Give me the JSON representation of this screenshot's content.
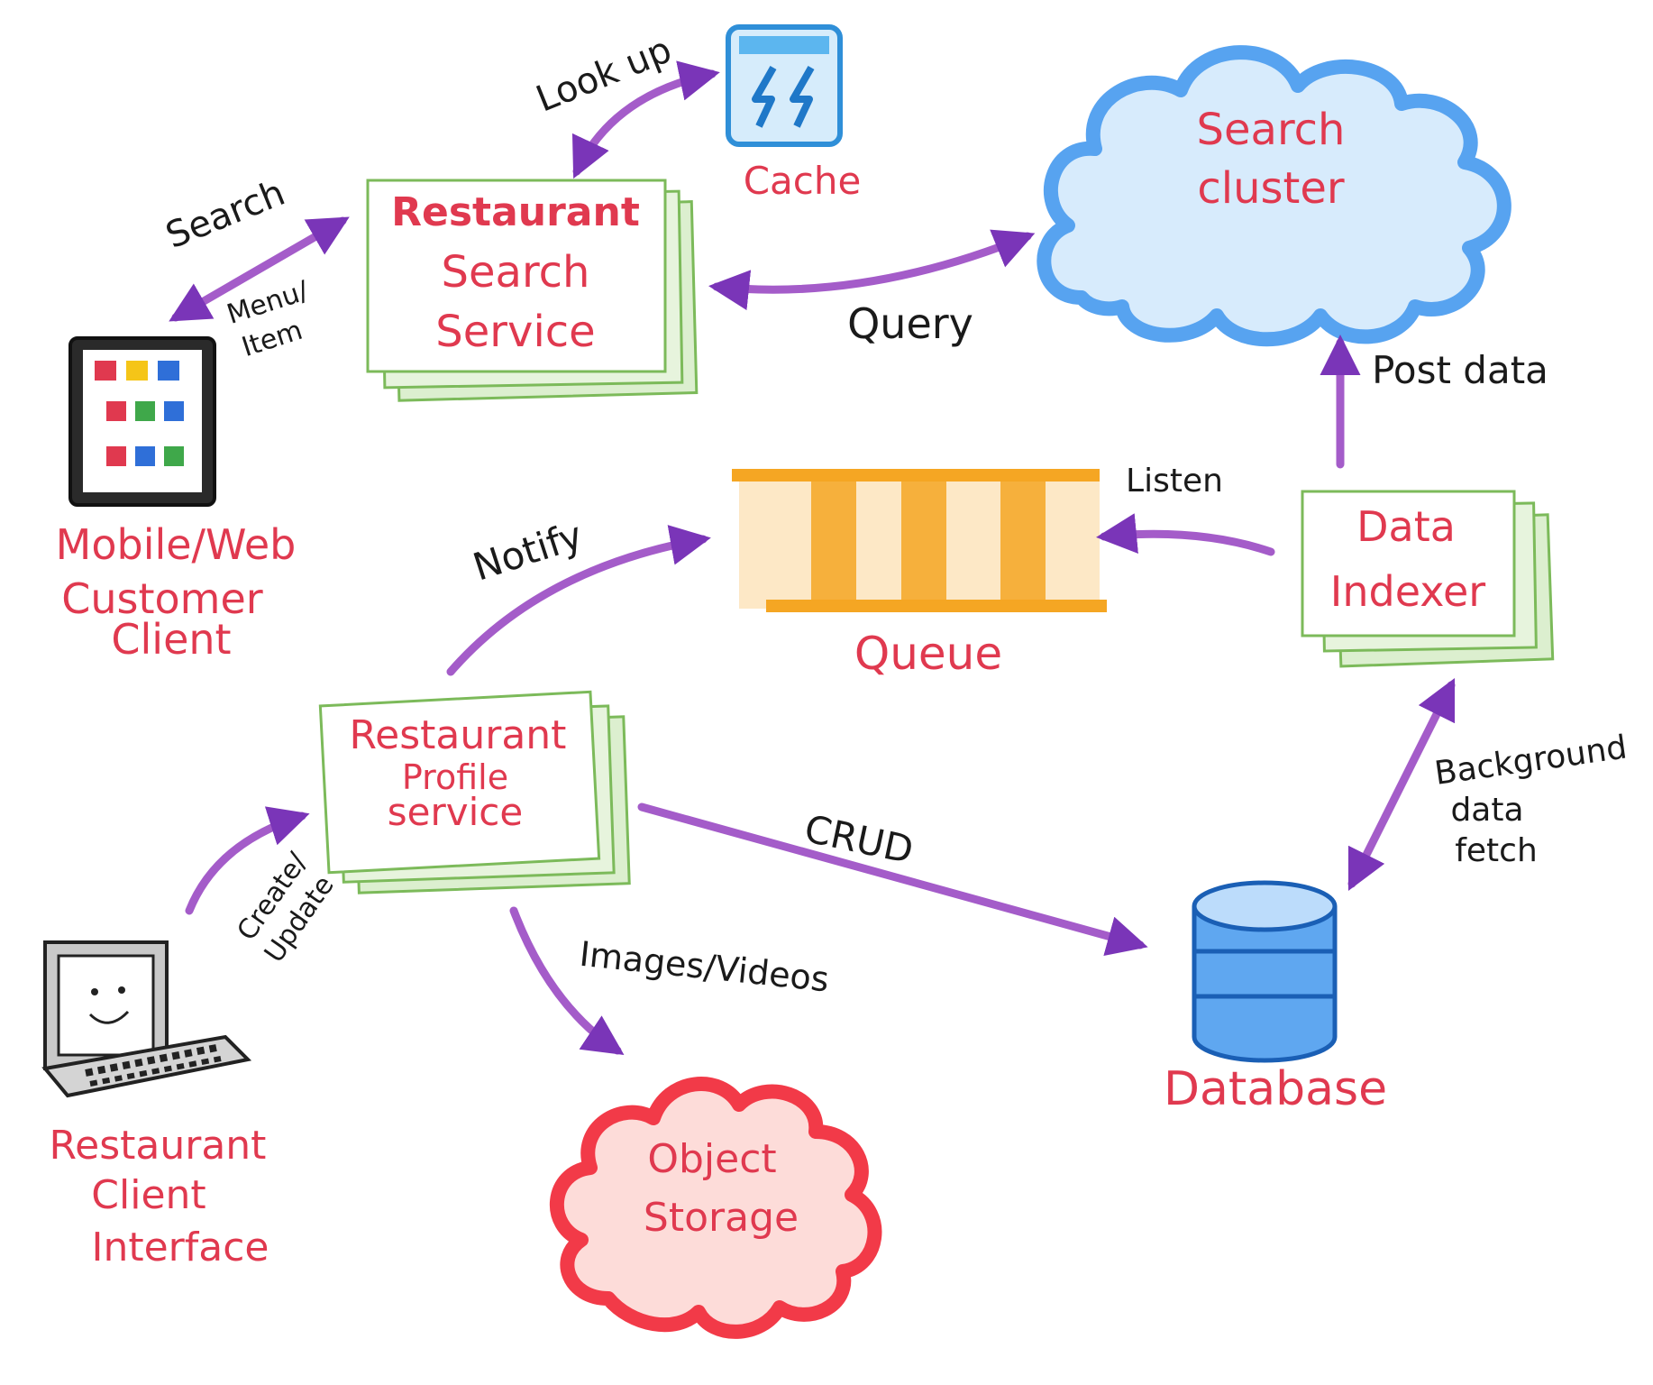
{
  "colors": {
    "label_red": "#e0394f",
    "arrow_purple": "#a45cc9",
    "arrow_head": "#7a35b8",
    "box_green": "#7cba5a",
    "cloud_blue": "#57a3f0",
    "cloud_red": "#f23a48",
    "queue_orange": "#f5a623",
    "text_black": "#1a1a1a"
  },
  "nodes": {
    "mobile_client": {
      "label": "Mobile/Web Customer Client",
      "line1": "Mobile/Web",
      "line2": "Customer",
      "line3": "Client"
    },
    "restaurant_client": {
      "label": "Restaurant Client Interface",
      "line1": "Restaurant",
      "line2": "Client",
      "line3": "Interface"
    },
    "search_service": {
      "line1": "Restaurant",
      "line2": "Search",
      "line3": "Service"
    },
    "profile_service": {
      "line1": "Restaurant",
      "line2": "Profile",
      "line3": "service"
    },
    "cache": {
      "label": "Cache",
      "icon": "cache-bolt-icon"
    },
    "search_cluster": {
      "line1": "Search",
      "line2": "cluster"
    },
    "queue": {
      "label": "Queue"
    },
    "data_indexer": {
      "line1": "Data",
      "line2": "Indexer"
    },
    "database": {
      "label": "Database"
    },
    "object_storage": {
      "line1": "Object",
      "line2": "Storage"
    }
  },
  "edges": {
    "search": "Search",
    "menu_item_1": "Menu/",
    "menu_item_2": "Item",
    "look_up": "Look up",
    "query": "Query",
    "post_data": "Post data",
    "listen": "Listen",
    "notify": "Notify",
    "create_1": "Create/",
    "create_2": "Update",
    "crud": "CRUD",
    "images_videos": "Images/Videos",
    "background_1": "Background",
    "background_2": "data",
    "background_3": "fetch"
  }
}
